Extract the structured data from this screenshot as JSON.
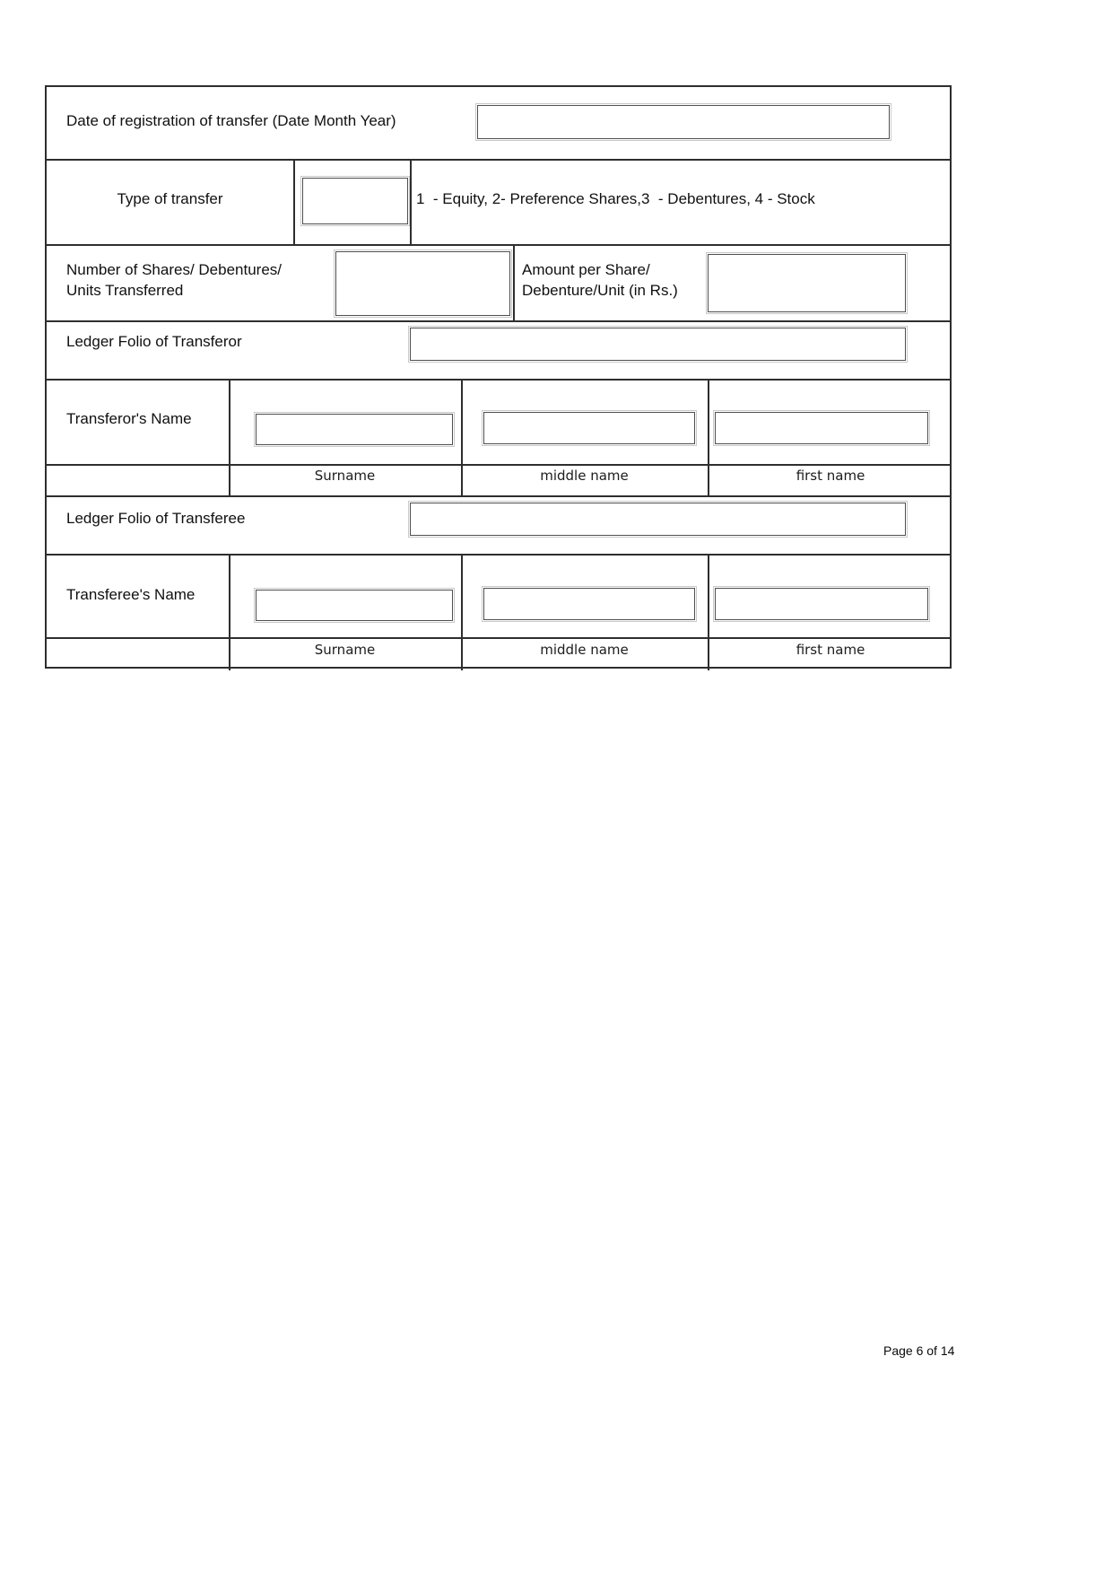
{
  "page": {
    "footer": "Page 6 of 14"
  },
  "form": {
    "date_registration": {
      "label": "Date of registration of transfer (Date Month Year)",
      "value": ""
    },
    "type_of_transfer": {
      "label": "Type of transfer",
      "value": "",
      "legend": "1  - Equity, 2- Preference Shares,3  - Debentures, 4 - Stock"
    },
    "shares": {
      "label_line1": "Number of Shares/ Debentures/",
      "label_line2": "Units Transferred",
      "value": ""
    },
    "amount": {
      "label_line1": "Amount per Share/",
      "label_line2": "Debenture/Unit (in Rs.)",
      "value": ""
    },
    "ledger_folio_transferor": {
      "label": "Ledger Folio of Transferor",
      "value": ""
    },
    "transferor": {
      "label": "Transferor's Name",
      "surname_value": "",
      "middle_value": "",
      "first_value": "",
      "surname_label": "Surname",
      "middle_label": "middle name",
      "first_label": "first name"
    },
    "ledger_folio_transferee": {
      "label": "Ledger Folio of Transferee",
      "value": ""
    },
    "transferee": {
      "label": "Transferee's Name",
      "surname_value": "",
      "middle_value": "",
      "first_value": "",
      "surname_label": "Surname",
      "middle_label": "middle name",
      "first_label": "first name"
    }
  }
}
